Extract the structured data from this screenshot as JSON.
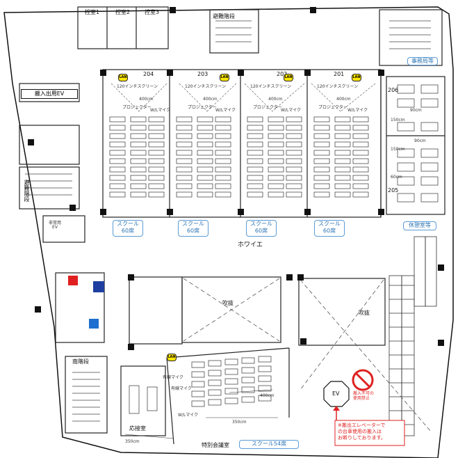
{
  "rooms": {
    "study1": "控室1",
    "study2": "控室2",
    "study3": "控室3",
    "evac_stairs_top": "避難階段",
    "loading_ev": "搬入出用EV",
    "evac_stairs_left": "避難階段",
    "emergency_ev": "非常用\nEV",
    "foyer": "ホワイエ",
    "void": "吹抜",
    "south_stairs": "南階段",
    "reception": "応接室",
    "special_meeting": "特別会議室",
    "elevator": "EV",
    "office": "事務局等",
    "rest_room": "休憩室等"
  },
  "room_numbers": [
    "204",
    "203",
    "202",
    "201",
    "206",
    "205"
  ],
  "classrooms": [
    {
      "label": "スクール\n60席"
    },
    {
      "label": "スクール\n60席"
    },
    {
      "label": "スクール\n60席"
    },
    {
      "label": "スクール\n60席"
    }
  ],
  "special_capacity": "スクール54席",
  "small_labels": {
    "screen": "120インチスクリーン",
    "projector": "プロジェクター",
    "wmic": "W/Lマイク",
    "speaker": "有線マイク",
    "dim_400": "400cm",
    "dim_150": "150cm",
    "dim_90": "90cm",
    "dim_350": "350cm",
    "dim_150b": "150cm",
    "dim_60": "60cm"
  },
  "lan_label": "LAN",
  "no_entry_note": "搬入不可の\n使用禁止",
  "ev_note": "※搬出エレベーターで\nの台車使用の搬入は\nお断りしております。",
  "colors": {
    "accent_blue": "#5b9bd5",
    "warning_red": "#e02020",
    "lan_yellow": "#ffe600"
  }
}
